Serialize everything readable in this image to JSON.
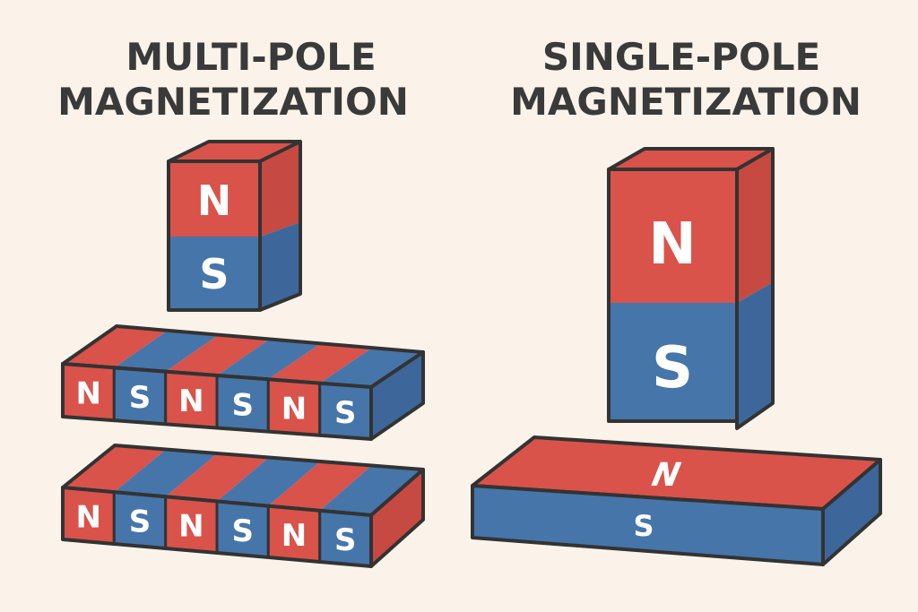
{
  "titles": {
    "multi_line1": "MULTI-POLE",
    "multi_line2": "MAGNETIZATION",
    "single_line1": "SINGLE-POLE",
    "single_line2": "MAGNETIZATION"
  },
  "poles": {
    "north": "N",
    "south": "S"
  },
  "multi_strip_top": [
    "N",
    "S",
    "N",
    "S",
    "N",
    "S"
  ],
  "multi_strip_bottom": [
    "N",
    "S",
    "N",
    "S",
    "N",
    "S"
  ],
  "colors": {
    "background": "#fbf3ea",
    "north_red": "#d9534a",
    "north_red_side": "#c64a41",
    "south_blue": "#4675aa",
    "south_blue_side": "#3d679a",
    "outline": "#333333",
    "title_text": "#3a3a3a",
    "pole_text": "#ffffff"
  }
}
